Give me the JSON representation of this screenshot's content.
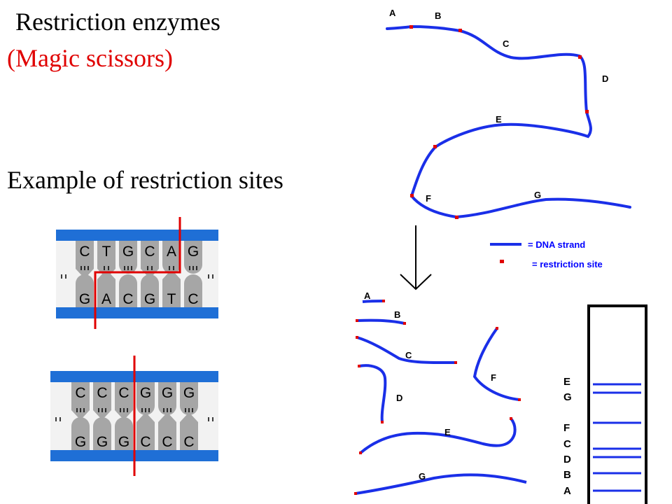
{
  "title": "Restriction enzymes",
  "subtitle": "(Magic scissors)",
  "example_heading": "Example of restriction sites",
  "colors": {
    "dna": "#1a2fe8",
    "site": "#e00000",
    "band": "#1a2fe8",
    "subtitle": "#e00000",
    "helix_bar": "#1f6fd6"
  },
  "top_strand_labels": [
    "A",
    "B",
    "C",
    "D",
    "E",
    "F",
    "G"
  ],
  "fragment_labels": [
    "A",
    "B",
    "C",
    "D",
    "E",
    "F",
    "G"
  ],
  "legend": {
    "strand": "= DNA strand",
    "site": "= restriction site"
  },
  "gel_labels": [
    "E",
    "G",
    "F",
    "C",
    "D",
    "B",
    "A"
  ],
  "site1": {
    "top": [
      "C",
      "T",
      "G",
      "C",
      "A",
      "G"
    ],
    "bottom": [
      "G",
      "A",
      "C",
      "G",
      "T",
      "C"
    ]
  },
  "site2": {
    "top": [
      "C",
      "C",
      "C",
      "G",
      "G",
      "G"
    ],
    "bottom": [
      "G",
      "G",
      "G",
      "C",
      "C",
      "C"
    ]
  }
}
